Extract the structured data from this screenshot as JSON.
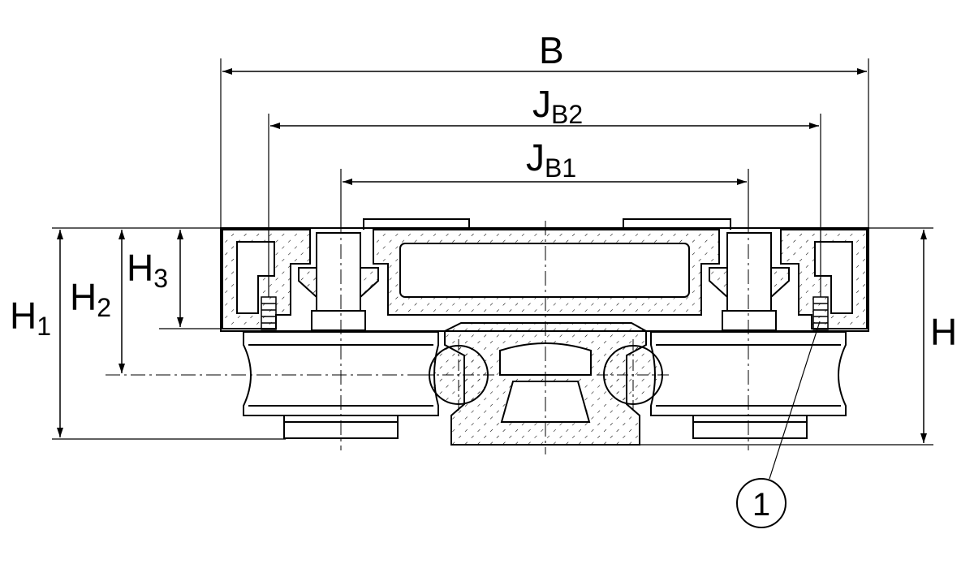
{
  "dimensions": {
    "B": {
      "main": "B",
      "sub": ""
    },
    "JB2": {
      "main": "J",
      "sub": "B2"
    },
    "JB1": {
      "main": "J",
      "sub": "B1"
    },
    "H": {
      "main": "H",
      "sub": ""
    },
    "H1": {
      "main": "H",
      "sub": "1"
    },
    "H2": {
      "main": "H",
      "sub": "2"
    },
    "H3": {
      "main": "H",
      "sub": "3"
    }
  },
  "callouts": [
    {
      "label": "1"
    }
  ],
  "colors": {
    "line": "#000000",
    "background": "#ffffff"
  }
}
